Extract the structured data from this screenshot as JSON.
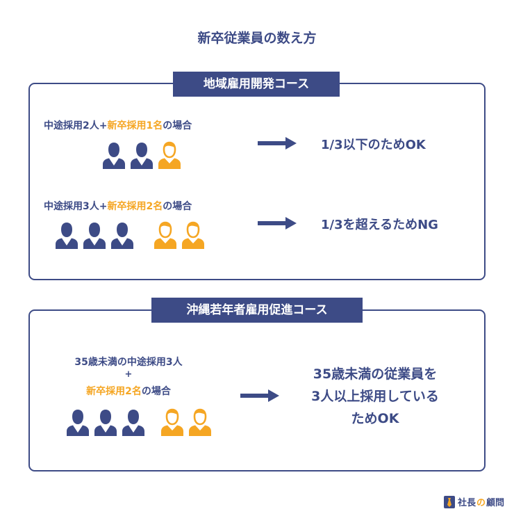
{
  "title": "新卒従業員の数え方",
  "colors": {
    "navy": "#3d4b86",
    "orange": "#f5a623"
  },
  "icons": {
    "person": "person-icon",
    "arrow": "arrow-right-icon",
    "logo": "tie-icon"
  },
  "section1": {
    "badge": "地域雇用開発コース",
    "case1": {
      "mid_part": "中途採用2人+",
      "new_part": "新卒採用1名",
      "suffix": "の場合",
      "result": "1/3以下のためOK",
      "mid_count": 2,
      "new_count": 1
    },
    "case2": {
      "mid_part": "中途採用3人+",
      "new_part": "新卒採用2名",
      "suffix": "の場合",
      "result": "1/3を超えるためNG",
      "mid_count": 3,
      "new_count": 2
    }
  },
  "section2": {
    "badge": "沖縄若年者雇用促進コース",
    "line1": "35歳未満の中途採用3人",
    "plus": "+",
    "new_part": "新卒採用2名",
    "suffix": "の場合",
    "result_line1": "35歳未満の従業員を",
    "result_line2": "3人以上採用している",
    "result_line3": "ためOK",
    "mid_count": 3,
    "new_count": 2
  },
  "logo": {
    "part1": "社長",
    "part2": "の",
    "part3": "顧問"
  }
}
